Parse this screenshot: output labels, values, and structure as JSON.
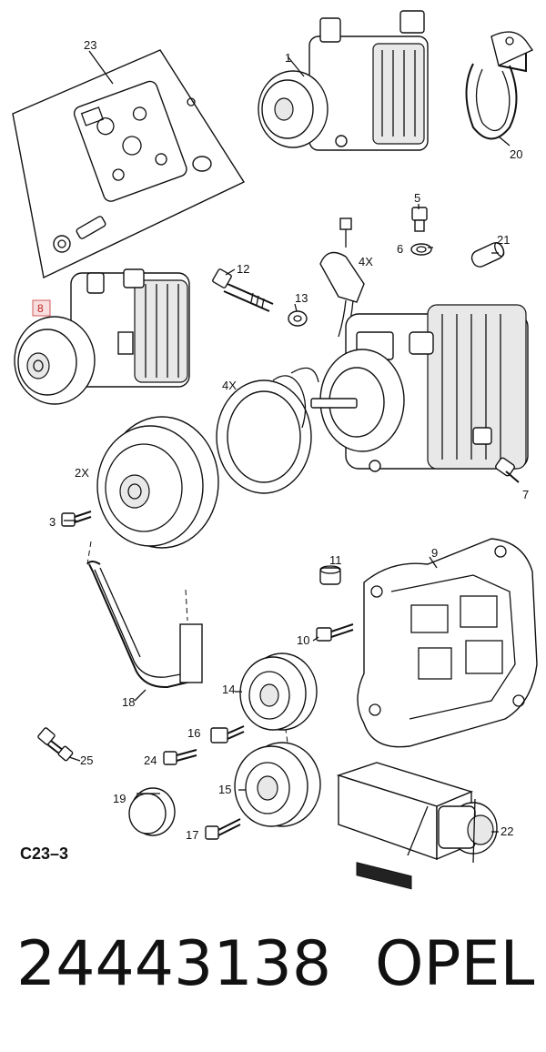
{
  "diagram": {
    "section_code": "C23–3",
    "highlighted_callout": "8",
    "callouts": [
      "1",
      "2X",
      "3",
      "4X",
      "4X",
      "5",
      "6",
      "7",
      "9",
      "10",
      "11",
      "12",
      "13",
      "14",
      "15",
      "16",
      "17",
      "18",
      "19",
      "20",
      "21",
      "22",
      "23",
      "24",
      "25"
    ]
  },
  "footer": {
    "part_number": "24443138",
    "brand": "OPEL"
  },
  "colors": {
    "highlight_fill": "#f8dede",
    "highlight_border": "#d25858",
    "highlight_text": "#c02020"
  }
}
